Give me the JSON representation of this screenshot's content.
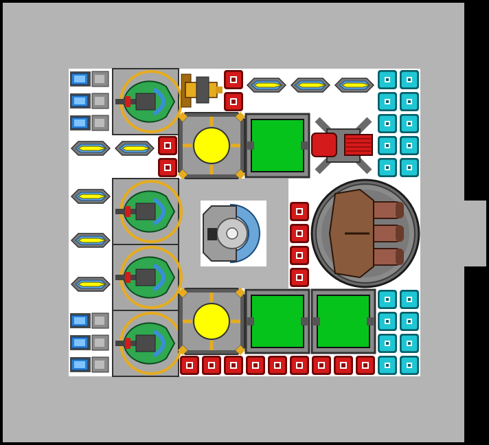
{
  "screen": {
    "name": "ship-designer-grid"
  },
  "colors": {
    "frame": "#000000",
    "floor": "#b4b4b4",
    "deck": "#ffffff",
    "plate": "#9c9c9c",
    "plate_dark": "#5a5a5a",
    "outline": "#323232",
    "red_block": "#d41a1a",
    "cyan_block": "#1fc6d4",
    "green_panel": "#06c31c",
    "yellow_core": "#ffff00",
    "gold": "#e6ac1f",
    "blue_thruster": "#2a7fd6",
    "green_hull": "#2fa84f",
    "brown_turret": "#8a5a3c",
    "copper_barrel": "#9a5b4a"
  },
  "modules": {
    "cannon_turret_icon": "large-cannon-turret",
    "shield_generator_icon": "shield-generator",
    "reactor_core_icon": "reactor-core",
    "cargo_panel_icon": "green-cargo-panel",
    "weapon_pod_icon": "green-weapon-pod",
    "gatling_icon": "red-gatling-gun",
    "laser_icon": "gold-laser-emitter",
    "missile_icon": "yellow-missile-pod",
    "thruster_icon": "blue-thruster",
    "red_block_icon": "red-armor-block",
    "cyan_block_icon": "cyan-armor-block"
  }
}
